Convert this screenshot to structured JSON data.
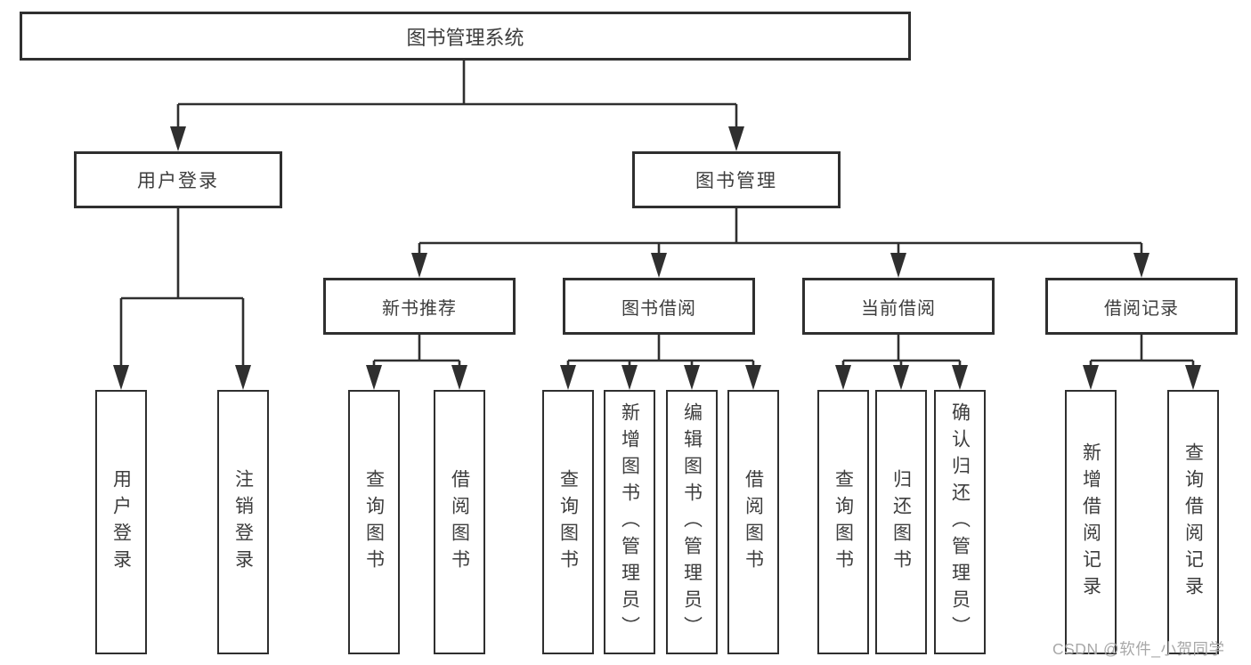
{
  "colors": {
    "line": "#2f2f2f",
    "box_border": "#2f2f2f",
    "box_fill": "#ffffff",
    "text": "#3d3d3d",
    "watermark": "#a8a8a8",
    "background": "#ffffff"
  },
  "diagram": {
    "title": "图书管理系统",
    "branches": [
      {
        "label": "用户登录",
        "children": [
          {
            "label": "用户登录"
          },
          {
            "label": "注销登录"
          }
        ]
      },
      {
        "label": "图书管理",
        "children": [
          {
            "label": "新书推荐",
            "children": [
              {
                "label": "查询图书"
              },
              {
                "label": "借阅图书"
              }
            ]
          },
          {
            "label": "图书借阅",
            "children": [
              {
                "label": "查询图书"
              },
              {
                "label": "新增图书（管理员）"
              },
              {
                "label": "编辑图书（管理员）"
              },
              {
                "label": "借阅图书"
              }
            ]
          },
          {
            "label": "当前借阅",
            "children": [
              {
                "label": "查询图书"
              },
              {
                "label": "归还图书"
              },
              {
                "label": "确认归还（管理员）"
              }
            ]
          },
          {
            "label": "借阅记录",
            "children": [
              {
                "label": "新增借阅记录"
              },
              {
                "label": "查询借阅记录"
              }
            ]
          }
        ]
      }
    ]
  },
  "watermark": {
    "text": "CSDN @软件_小贺同学"
  }
}
